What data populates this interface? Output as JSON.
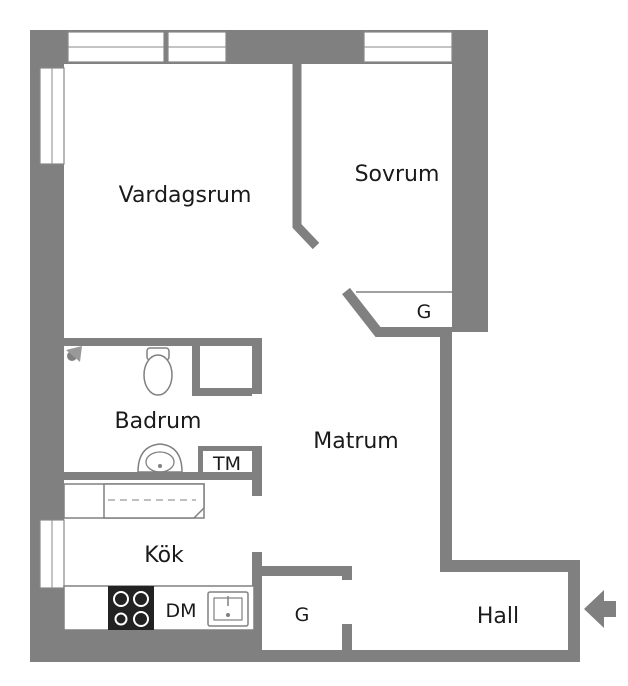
{
  "rooms": {
    "living_room": "Vardagsrum",
    "bedroom": "Sovrum",
    "bedroom_closet": "G",
    "bathroom": "Badrum",
    "bathroom_dryer": "TM",
    "dining_area": "Matrum",
    "kitchen": "Kök",
    "kitchen_dishwasher": "DM",
    "hall_closet": "G",
    "hall": "Hall"
  },
  "colors": {
    "wall": "#808080",
    "floor": "#ffffff",
    "text": "#1a1a1a"
  },
  "icons": {
    "entrance": "entrance-arrow-icon",
    "stove": "stove-icon",
    "sink": "sink-icon",
    "toilet": "toilet-icon",
    "washbasin": "washbasin-icon",
    "shower": "shower-icon"
  }
}
